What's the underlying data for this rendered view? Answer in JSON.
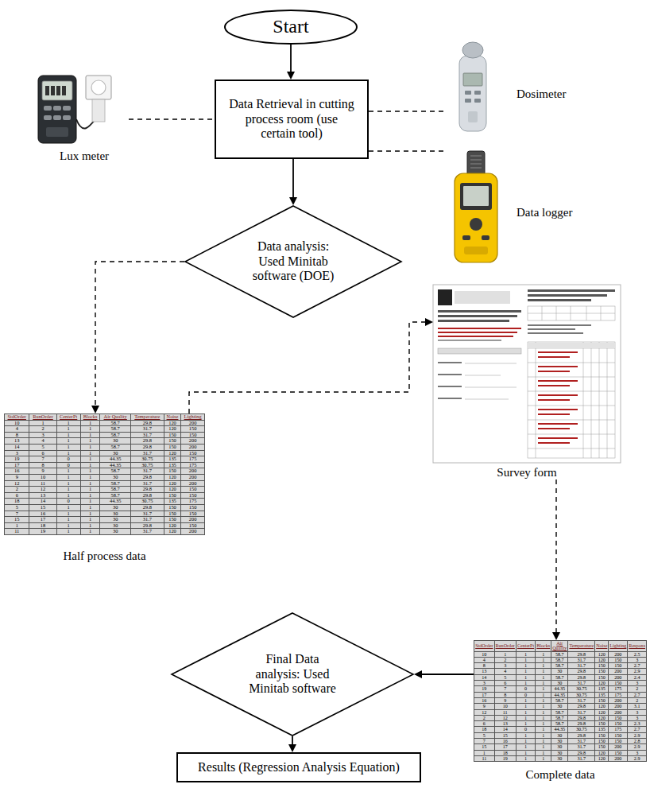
{
  "diagram": {
    "nodes": [
      {
        "text": [
          "Start"
        ]
      },
      {
        "text": [
          "Data Retrieval in cutting process room (use certain tool)"
        ]
      },
      {
        "text": [
          "Lux meter"
        ]
      },
      {
        "text": [
          "Dosimeter"
        ]
      },
      {
        "text": [
          "Data logger"
        ]
      },
      {
        "text": [
          "Data analysis: Used Minitab software (DOE)"
        ]
      },
      {
        "text": [
          "StdOrder",
          "RunOrder",
          "CenterPt",
          "Blocks",
          "Air Quality",
          "Temperature",
          "Noise",
          "Lighting",
          "10",
          "1",
          "1",
          "1",
          "58.7",
          "29.8",
          "120",
          "200",
          "4",
          "2",
          "1",
          "1",
          "58.7",
          "31.7",
          "120",
          "150",
          "8",
          "3",
          "1",
          "1",
          "58.7",
          "31.7",
          "150",
          "150",
          "13",
          "4",
          "1",
          "1",
          "30",
          "29.8",
          "150",
          "200",
          "14",
          "5",
          "1",
          "1",
          "58.7",
          "29.8",
          "150",
          "200",
          "3",
          "6",
          "1",
          "1",
          "30",
          "31.7",
          "120",
          "150",
          "19",
          "7",
          "0",
          "1",
          "44.35",
          "30.75",
          "135",
          "175",
          "17",
          "8",
          "0",
          "1",
          "44.35",
          "30.75",
          "135",
          "175",
          "16",
          "9",
          "1",
          "1",
          "58.7",
          "31.7",
          "150",
          "200",
          "9",
          "10",
          "1",
          "1",
          "30",
          "29.8",
          "120",
          "200",
          "12",
          "11",
          "1",
          "1",
          "58.7",
          "31.7",
          "120",
          "200",
          "2",
          "12",
          "1",
          "1",
          "58.7",
          "29.8",
          "120",
          "150",
          "6",
          "13",
          "1",
          "1",
          "58.7",
          "29.8",
          "150",
          "150",
          "18",
          "14",
          "0",
          "1",
          "44.35",
          "30.75",
          "135",
          "175",
          "5",
          "15",
          "1",
          "1",
          "30",
          "29.8",
          "150",
          "150",
          "7",
          "16",
          "1",
          "1",
          "30",
          "31.7",
          "150",
          "150",
          "15",
          "17",
          "1",
          "1",
          "30",
          "31.7",
          "150",
          "200",
          "1",
          "18",
          "1",
          "1",
          "30",
          "29.8",
          "120",
          "150",
          "11",
          "19",
          "1",
          "1",
          "30",
          "31.7",
          "120",
          "200",
          "Half process data"
        ]
      },
      {
        "text": [
          "Survey form"
        ]
      },
      {
        "text": [
          "StdOrder",
          "RunOrder",
          "CenterPt",
          "Blocks",
          "Air Quality",
          "Temperature",
          "Noise",
          "Lighting",
          "Respons",
          "10",
          "1",
          "1",
          "1",
          "58.7",
          "29.8",
          "120",
          "200",
          "2.5",
          "4",
          "2",
          "1",
          "1",
          "58.7",
          "31.7",
          "120",
          "150",
          "3",
          "8",
          "3",
          "1",
          "1",
          "58.7",
          "31.7",
          "150",
          "150",
          "2.7",
          "13",
          "4",
          "1",
          "1",
          "30",
          "29.8",
          "150",
          "200",
          "2.9",
          "14",
          "5",
          "1",
          "1",
          "58.7",
          "29.8",
          "150",
          "200",
          "2.4",
          "3",
          "6",
          "1",
          "1",
          "30",
          "31.7",
          "120",
          "150",
          "3",
          "19",
          "7",
          "0",
          "1",
          "44.35",
          "30.75",
          "135",
          "175",
          "2",
          "17",
          "8",
          "0",
          "1",
          "44.35",
          "30.75",
          "135",
          "175",
          "2.7",
          "16",
          "9",
          "1",
          "1",
          "58.7",
          "31.7",
          "150",
          "200",
          "2",
          "9",
          "10",
          "1",
          "1",
          "30",
          "29.8",
          "120",
          "200",
          "3.1",
          "12",
          "11",
          "1",
          "1",
          "58.7",
          "31.7",
          "120",
          "200",
          "3",
          "2",
          "12",
          "1",
          "1",
          "58.7",
          "29.8",
          "120",
          "150",
          "3",
          "6",
          "13",
          "1",
          "1",
          "58.7",
          "29.8",
          "150",
          "150",
          "2.3",
          "18",
          "14",
          "0",
          "1",
          "44.35",
          "30.75",
          "135",
          "175",
          "2.7",
          "5",
          "15",
          "1",
          "1",
          "30",
          "29.8",
          "150",
          "150",
          "2.9",
          "7",
          "16",
          "1",
          "1",
          "30",
          "31.7",
          "150",
          "150",
          "2.8",
          "15",
          "17",
          "1",
          "1",
          "30",
          "31.7",
          "150",
          "200",
          "2.9",
          "1",
          "18",
          "1",
          "1",
          "30",
          "29.8",
          "120",
          "150",
          "3",
          "11",
          "19",
          "1",
          "1",
          "30",
          "31.7",
          "120",
          "200",
          "2.9",
          "Complete data"
        ]
      },
      {
        "text": [
          "Final Data analysis: Used Minitab software"
        ]
      },
      {
        "text": [
          "Results (Regression Analysis Equation)"
        ]
      }
    ],
    "edges": [
      {
        "from": 0,
        "to": 1,
        "arrow": "to"
      },
      {
        "from": 2,
        "to": 1,
        "arrow": "none"
      },
      {
        "from": 3,
        "to": 1,
        "arrow": "none"
      },
      {
        "from": 4,
        "to": 1,
        "arrow": "none"
      },
      {
        "from": 1,
        "to": 5,
        "arrow": "to"
      },
      {
        "from": 5,
        "to": 6,
        "arrow": "to"
      },
      {
        "from": 6,
        "to": 7,
        "arrow": "to"
      },
      {
        "from": 7,
        "to": 8,
        "arrow": "to"
      },
      {
        "from": 8,
        "to": 9,
        "arrow": "to"
      },
      {
        "from": 9,
        "to": 10,
        "arrow": "to"
      }
    ]
  }
}
